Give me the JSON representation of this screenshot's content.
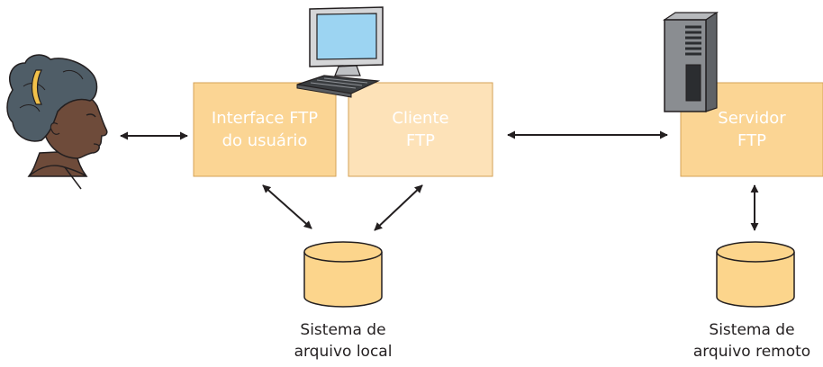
{
  "boxes": {
    "user_interface": {
      "line1": "Interface FTP",
      "line2": "do usuário"
    },
    "client": {
      "line1": "Cliente",
      "line2": "FTP"
    },
    "server": {
      "line1": "Servidor",
      "line2": "FTP"
    }
  },
  "storage": {
    "local": {
      "line1": "Sistema de",
      "line2": "arquivo local"
    },
    "remote": {
      "line1": "Sistema de",
      "line2": "arquivo remoto"
    }
  },
  "icons": [
    "person-icon",
    "computer-monitor-icon",
    "keyboard-icon",
    "server-tower-icon",
    "database-icon"
  ],
  "colors": {
    "box_fill_dark": "#fbd594",
    "box_fill_light": "#fde2b8",
    "box_border": "#d4a256",
    "box_text": "#ffffff",
    "disk_fill": "#fcd58c",
    "line": "#231f20"
  }
}
